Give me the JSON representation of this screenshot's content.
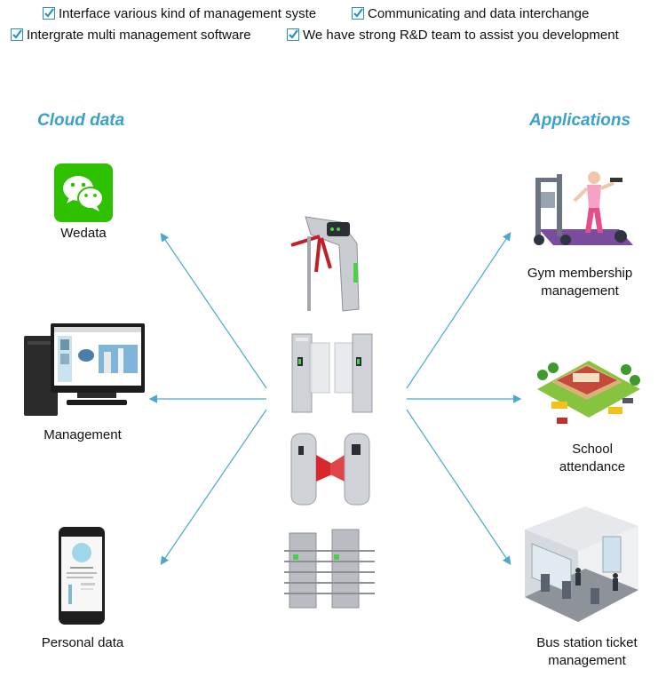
{
  "features": [
    "Interface various kind of management syste",
    "Communicating and data interchange",
    "Intergrate multi management software",
    "We have strong R&D team to assist you development"
  ],
  "left_heading": "Cloud data",
  "right_heading": "Applications",
  "left_items": [
    {
      "label": "Wedata",
      "icon": "wechat-icon"
    },
    {
      "label": "Management",
      "icon": "desktop-computer-icon"
    },
    {
      "label": "Personal data",
      "icon": "smartphone-icon"
    }
  ],
  "right_items": [
    {
      "label_lines": [
        "Gym membership",
        "management"
      ],
      "icon": "gym-illustration"
    },
    {
      "label_lines": [
        "School",
        "attendance"
      ],
      "icon": "school-illustration"
    },
    {
      "label_lines": [
        "Bus station ticket",
        "management"
      ],
      "icon": "bus-station-illustration"
    }
  ],
  "center_devices": [
    "tripod-turnstile",
    "swing-barrier-gate",
    "flap-barrier-gate",
    "full-height-turnstile"
  ],
  "colors": {
    "accent": "#3aa0cc",
    "check": "#2a8fc0",
    "arrow": "#4aa8d0",
    "wechat": "#2dc100"
  }
}
